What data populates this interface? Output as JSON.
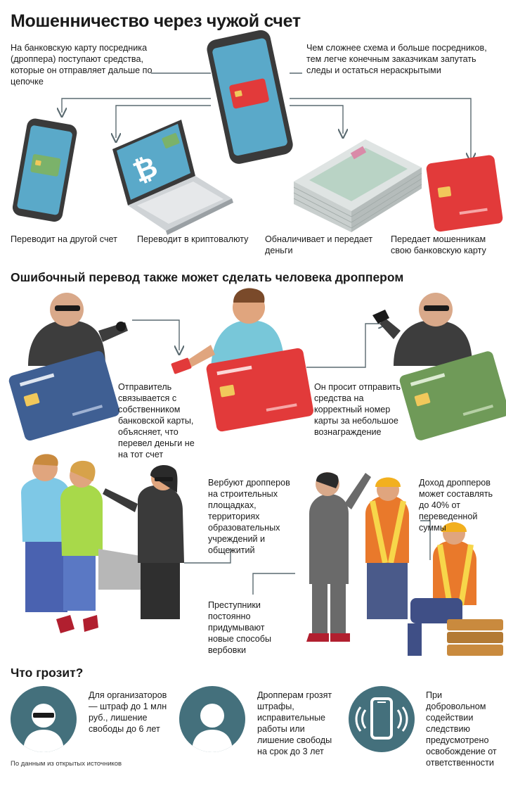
{
  "title": "Мошенничество через чужой счет",
  "section1": {
    "intro": "На банковскую карту посредника (дроппера) поступают средства, которые он отправляет дальше по цепочке",
    "note": "Чем сложнее схема и больше посредников, тем легче конечным заказчикам запутать следы и остаться нераскрытыми",
    "options": [
      "Переводит на другой счет",
      "Переводит в криптовалюту",
      "Обналичивает и передает деньги",
      "Передает мошенникам свою банковскую карту"
    ]
  },
  "section2": {
    "heading": "Ошибочный перевод также может сделать человека дроппером",
    "caption_left": "Отправитель связывается с собственником банковской карты, объясняет, что перевел деньги не на тот счет",
    "caption_right": "Он просит отправить средства на корректный номер карты за небольшое вознаграждение"
  },
  "section3": {
    "recruit": "Вербуют дропперов на строительных площадках, территориях образовательных учреждений и общежитий",
    "income": "Доход дропперов может составлять до 40% от переведенной суммы",
    "methods": "Преступники постоянно придумывают новые способы вербовки"
  },
  "section4": {
    "heading": "Что грозит?",
    "items": [
      {
        "icon": "sunglasses-person-icon",
        "text": "Для организаторов — штраф до 1 млн руб., лишение свободы до 6 лет"
      },
      {
        "icon": "person-icon",
        "text": "Дропперам грозят штрафы, исправительные работы или лишение свободы на срок до 3 лет"
      },
      {
        "icon": "phone-vibrate-icon",
        "text": "При добровольном содействии следствию предусмотрено освобождение от ответственности"
      }
    ]
  },
  "source": "По данным из открытых источников",
  "colors": {
    "teal": "#44707c",
    "phone_dark": "#3a3a3a",
    "phone_screen": "#5aa9c9",
    "card_red": "#e23a3a",
    "card_blue": "#3f5f93",
    "card_green": "#6f9a58",
    "arrow": "#5a6a70"
  }
}
